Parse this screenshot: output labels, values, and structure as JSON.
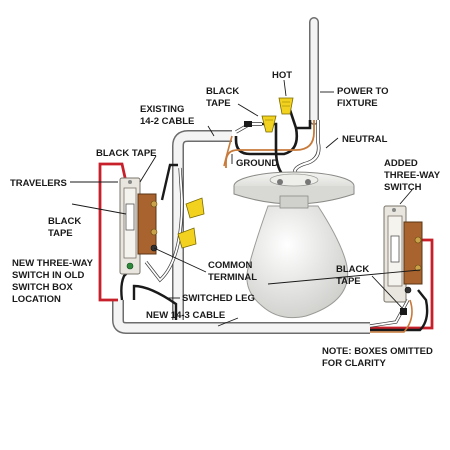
{
  "labels": {
    "hot": "HOT",
    "power_to_fixture": [
      "POWER TO",
      "FIXTURE"
    ],
    "black_tape_top": [
      "BLACK",
      "TAPE"
    ],
    "existing_cable": [
      "EXISTING",
      "14-2 CABLE"
    ],
    "neutral": "NEUTRAL",
    "black_tape_left_top": "BLACK TAPE",
    "ground": "GROUND",
    "added_switch": [
      "ADDED",
      "THREE-WAY",
      "SWITCH"
    ],
    "travelers": "TRAVELERS",
    "black_tape_left": [
      "BLACK",
      "TAPE"
    ],
    "new_switch": [
      "NEW THREE-WAY",
      "SWITCH IN OLD",
      "SWITCH BOX",
      "LOCATION"
    ],
    "common_terminal": [
      "COMMON",
      "TERMINAL"
    ],
    "black_tape_right": [
      "BLACK",
      "TAPE"
    ],
    "switched_leg": "SWITCHED LEG",
    "new_cable": "NEW 14-3 CABLE",
    "note": [
      "NOTE: BOXES OMITTED",
      "FOR CLARITY"
    ]
  },
  "colors": {
    "hot_wire": "#1a1a1a",
    "red_wire": "#c8202a",
    "ground_wire": "#c87a3a",
    "neutral_wire": "#ffffff",
    "wire_nut": "#f2d21e",
    "cable_sheath": "#f4f4f4",
    "switch_body": "#a8632e",
    "bulb": "#f0f0ee"
  }
}
